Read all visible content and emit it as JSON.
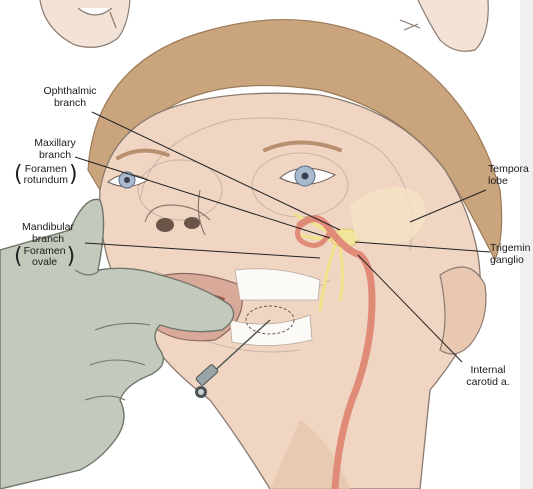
{
  "labels": {
    "ophthalmic": "Ophthalmic\nbranch",
    "maxillary": "Maxillary\nbranch",
    "foramen_rotundum": "Foramen\nrotundum",
    "mandibular": "Mandibular\nbranch",
    "foramen_ovale": "Foramen\novale",
    "temporal_lobe": "Tempora\nlobe",
    "trigeminal_ganglion": "Trigemin\nganglio",
    "internal_carotid": "Internal\ncarotid a."
  },
  "colors": {
    "skin": "#edd2bd",
    "hair": "#c4a079",
    "artery": "#e08a78",
    "nerve": "#f0e38a",
    "glove": "#c3cabd",
    "eye_iris": "#a9b9cf",
    "outline": "#8a7a70"
  }
}
